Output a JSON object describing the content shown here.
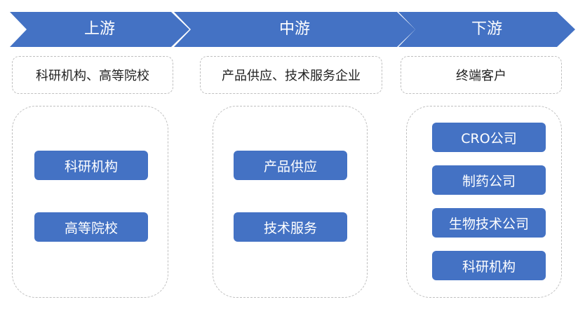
{
  "colors": {
    "accent": "#4472c4",
    "dash": "#bfbfbf",
    "text": "#222222"
  },
  "stages": [
    {
      "title": "上游",
      "category": "科研机构、高等院校",
      "items": [
        "科研机构",
        "高等院校"
      ]
    },
    {
      "title": "中游",
      "category": "产品供应、技术服务企业",
      "items": [
        "产品供应",
        "技术服务"
      ]
    },
    {
      "title": "下游",
      "category": "终端客户",
      "items": [
        "CRO公司",
        "制药公司",
        "生物技术公司",
        "科研机构"
      ]
    }
  ]
}
